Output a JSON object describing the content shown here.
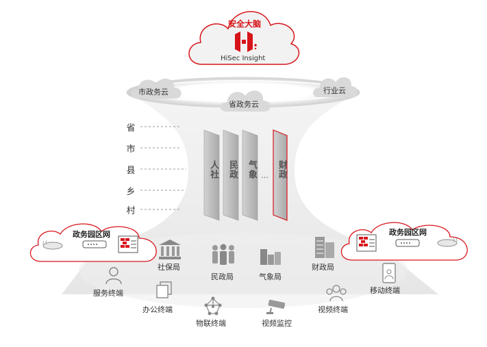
{
  "top_cloud": {
    "title": "安全大脑",
    "product": "HiSec Insight"
  },
  "clouds": {
    "city": "市政务云",
    "province": "省政务云",
    "industry": "行业云"
  },
  "levels": [
    "省",
    "市",
    "县",
    "乡",
    "村"
  ],
  "columns": [
    {
      "label": "人社"
    },
    {
      "label": "民政"
    },
    {
      "label": "气象"
    },
    {
      "label": "…"
    },
    {
      "label": "财政"
    }
  ],
  "parks": {
    "left_title": "政务园区网",
    "right_title": "政务园区网"
  },
  "departments": {
    "social_security": "社保局",
    "civil_affairs": "民政局",
    "meteorology": "气象局",
    "finance": "财政局"
  },
  "terminals": {
    "service": "服务终端",
    "office": "办公终端",
    "iot": "物联终端",
    "video_surveillance": "视频监控",
    "video_terminal": "视频终端",
    "mobile": "移动终端"
  },
  "colors": {
    "accent_red": "#d7141a",
    "column_gray": "#b8b8b8",
    "funnel_gray": "#eaeaea"
  }
}
